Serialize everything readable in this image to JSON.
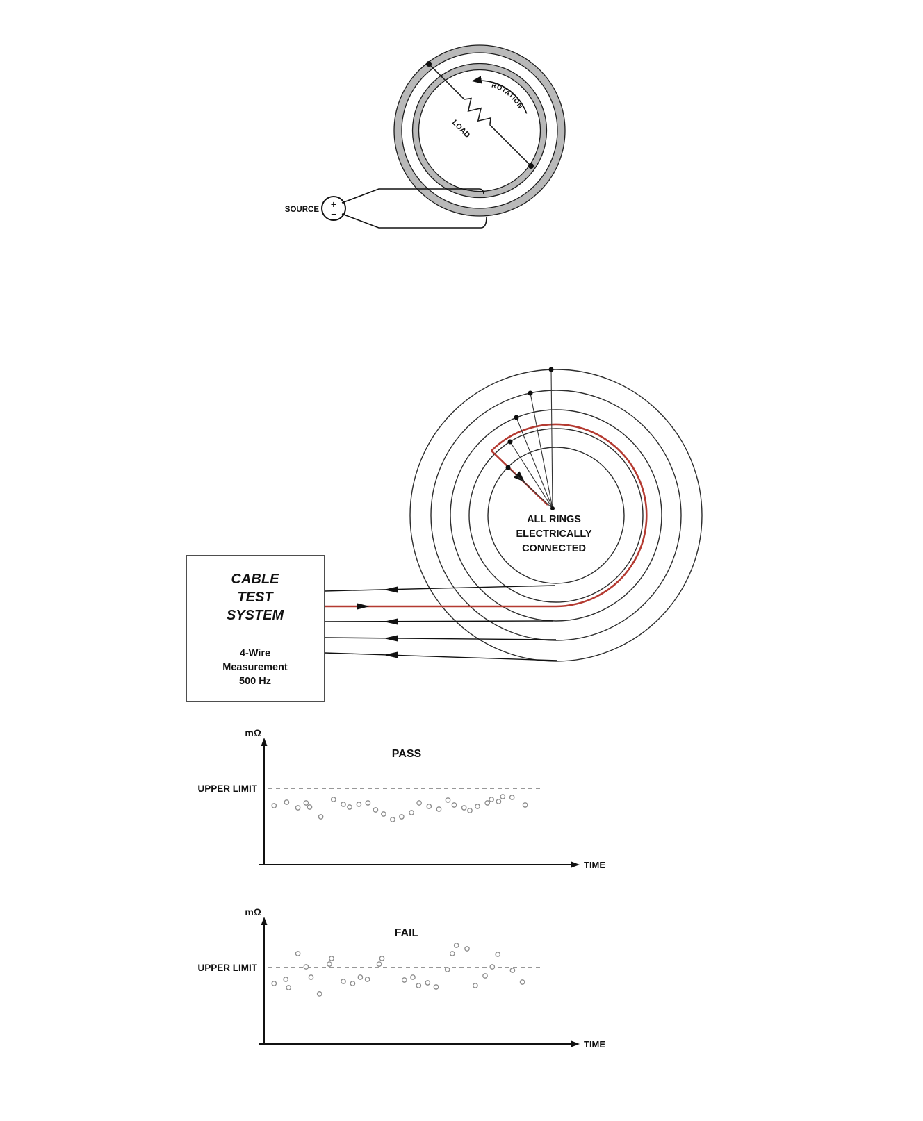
{
  "figure": {
    "background": "#ffffff"
  },
  "slip_ring": {
    "rotation_label": "ROTATION",
    "load_label": "LOAD",
    "source_label": "SOURCE",
    "source_plus": "+",
    "source_minus": "−"
  },
  "cable_test": {
    "box_title": [
      "CABLE",
      "TEST",
      "SYSTEM"
    ],
    "box_subtitle": [
      "4-Wire",
      "Measurement",
      "500 Hz"
    ],
    "rings_label": [
      "ALL RINGS",
      "ELECTRICALLY",
      "CONNECTED"
    ],
    "accent_color": "#b43a31",
    "ring_count": 5
  },
  "chart_data": [
    {
      "type": "scatter",
      "title": "PASS",
      "title_color": "#35b34a",
      "ylabel": "mΩ",
      "xlabel": "TIME",
      "limit_label": "UPPER LIMIT",
      "upper_limit": 1.0,
      "y_unit": "resistance relative to upper limit",
      "point_color": "#8c8c8c",
      "legend": "off",
      "points": [
        [
          0.021,
          0.773
        ],
        [
          0.067,
          0.818
        ],
        [
          0.108,
          0.745
        ],
        [
          0.138,
          0.809
        ],
        [
          0.151,
          0.755
        ],
        [
          0.192,
          0.627
        ],
        [
          0.238,
          0.855
        ],
        [
          0.274,
          0.791
        ],
        [
          0.297,
          0.755
        ],
        [
          0.331,
          0.791
        ],
        [
          0.364,
          0.809
        ],
        [
          0.392,
          0.718
        ],
        [
          0.421,
          0.664
        ],
        [
          0.454,
          0.591
        ],
        [
          0.487,
          0.627
        ],
        [
          0.523,
          0.682
        ],
        [
          0.551,
          0.809
        ],
        [
          0.587,
          0.764
        ],
        [
          0.623,
          0.727
        ],
        [
          0.656,
          0.845
        ],
        [
          0.679,
          0.782
        ],
        [
          0.715,
          0.745
        ],
        [
          0.736,
          0.709
        ],
        [
          0.764,
          0.764
        ],
        [
          0.8,
          0.809
        ],
        [
          0.815,
          0.855
        ],
        [
          0.841,
          0.827
        ],
        [
          0.856,
          0.891
        ],
        [
          0.89,
          0.882
        ],
        [
          0.938,
          0.782
        ]
      ]
    },
    {
      "type": "scatter",
      "title": "FAIL",
      "title_color": "#ee3a55",
      "ylabel": "mΩ",
      "xlabel": "TIME",
      "limit_label": "UPPER LIMIT",
      "upper_limit": 1.0,
      "y_unit": "resistance relative to upper limit",
      "point_color": "#8c8c8c",
      "legend": "off",
      "points": [
        [
          0.021,
          0.791
        ],
        [
          0.064,
          0.845
        ],
        [
          0.074,
          0.736
        ],
        [
          0.108,
          1.182
        ],
        [
          0.138,
          1.009
        ],
        [
          0.156,
          0.873
        ],
        [
          0.187,
          0.655
        ],
        [
          0.223,
          1.045
        ],
        [
          0.231,
          1.118
        ],
        [
          0.274,
          0.818
        ],
        [
          0.308,
          0.791
        ],
        [
          0.336,
          0.873
        ],
        [
          0.362,
          0.845
        ],
        [
          0.405,
          1.045
        ],
        [
          0.415,
          1.118
        ],
        [
          0.497,
          0.836
        ],
        [
          0.528,
          0.873
        ],
        [
          0.549,
          0.764
        ],
        [
          0.582,
          0.8
        ],
        [
          0.613,
          0.745
        ],
        [
          0.654,
          0.973
        ],
        [
          0.672,
          1.182
        ],
        [
          0.687,
          1.291
        ],
        [
          0.726,
          1.245
        ],
        [
          0.756,
          0.764
        ],
        [
          0.792,
          0.891
        ],
        [
          0.818,
          1.009
        ],
        [
          0.838,
          1.173
        ],
        [
          0.892,
          0.964
        ],
        [
          0.928,
          0.809
        ]
      ]
    }
  ]
}
